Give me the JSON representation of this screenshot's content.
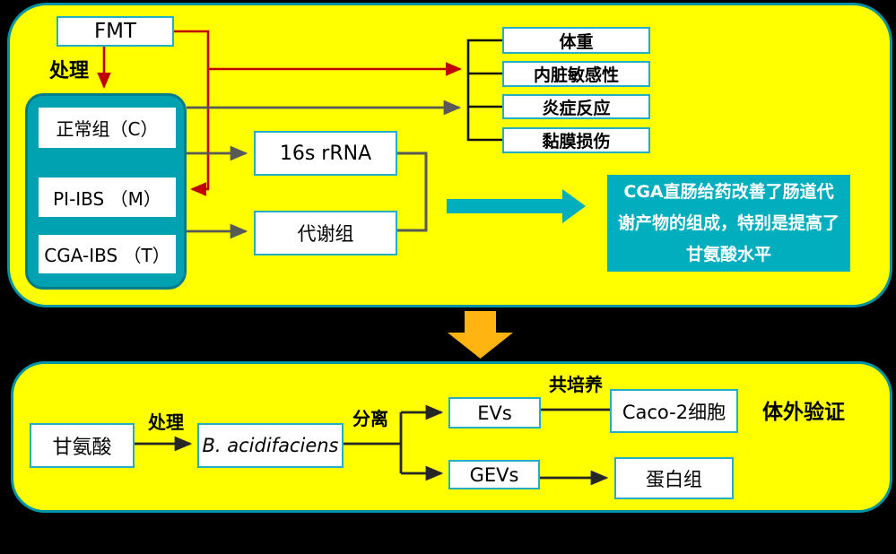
{
  "top_panel": {
    "fmt": "FMT",
    "treatment_label": "处理",
    "groups": [
      "正常组（C）",
      "PI-IBS （M）",
      "CGA-IBS （T）"
    ],
    "analyses": [
      "16s rRNA",
      "代谢组"
    ],
    "outcomes": [
      "体重",
      "内脏敏感性",
      "炎症反应",
      "黏膜损伤"
    ],
    "conclusion": "CGA直肠给药改善了肠道代谢产物的组成，特别是提高了甘氨酸水平"
  },
  "bottom_panel": {
    "glycine": "甘氨酸",
    "treatment_label": "处理",
    "bacterium": "B. acidifaciens",
    "separation_label": "分离",
    "evs": "EVs",
    "gevs": "GEVs",
    "coculture_label": "共培养",
    "caco2": "Caco-2细胞",
    "proteome": "蛋白组",
    "invitro_title": "体外验证"
  },
  "colors": {
    "background": "#000000",
    "panel_fill": "#FFFF00",
    "panel_border": "#0093A3",
    "group_container_fill": "#00A2B2",
    "teal_accent": "#00AEBE",
    "box_border": "#23AEC6",
    "red_arrow": "#C00000",
    "gray_arrow": "#595959",
    "black_arrow": "#262626",
    "orange_arrow": "#FFB412"
  }
}
